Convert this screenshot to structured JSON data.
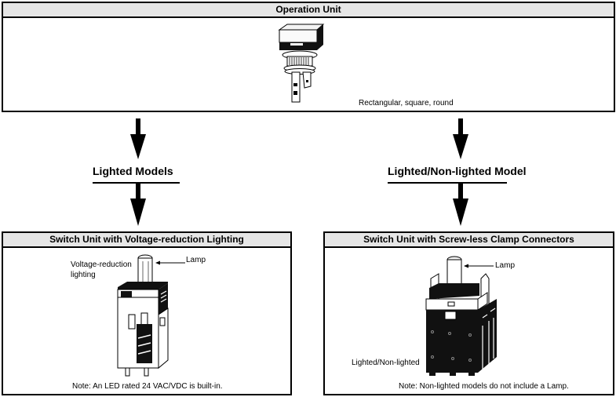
{
  "operation_unit": {
    "title": "Operation Unit",
    "caption": "Rectangular, square, round"
  },
  "branches": {
    "left": {
      "label": "Lighted Models"
    },
    "right": {
      "label": "Lighted/Non-lighted Model"
    }
  },
  "switch_units": [
    {
      "title": "Switch Unit with Voltage-reduction Lighting",
      "callout_lamp": "Lamp",
      "callout_type": "Voltage-reduction\nlighting",
      "callout_type_line1": "Voltage-reduction",
      "callout_type_line2": "lighting",
      "note": "Note: An LED rated 24 VAC/VDC is built-in."
    },
    {
      "title": "Switch Unit with Screw-less Clamp Connectors",
      "callout_lamp": "Lamp",
      "callout_type": "Lighted/Non-lighted",
      "note": "Note: Non-lighted models do not include a Lamp."
    }
  ],
  "colors": {
    "header_fill": "#e6e6e6",
    "line": "#000000"
  }
}
